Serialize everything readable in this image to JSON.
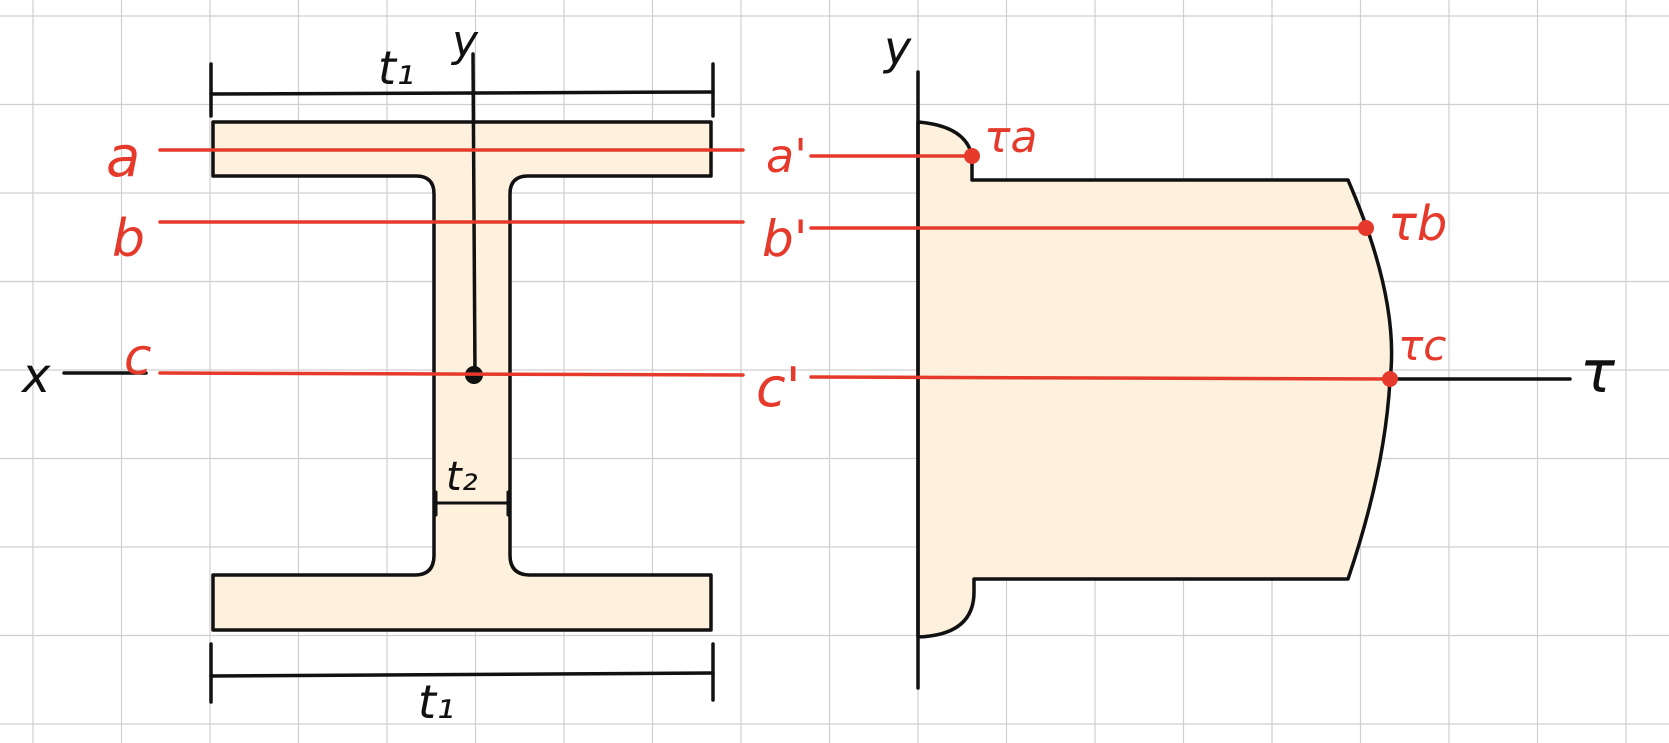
{
  "colors": {
    "grid": "#cfcfcf",
    "fill": "#fdf0dd",
    "outline": "#111111",
    "accent": "#e53a2b"
  },
  "section": {
    "flange_thickness_top": "t₁",
    "flange_thickness_bottom": "t₁",
    "web_thickness": "t₂",
    "axis_x": "x",
    "axis_y": "y"
  },
  "cut_lines": {
    "a": "a",
    "b": "b",
    "c": "c",
    "a_prime": "a'",
    "b_prime": "b'",
    "c_prime": "c'"
  },
  "stress_diagram": {
    "axis_y": "y",
    "axis_tau": "τ",
    "tau_a": "τa",
    "tau_b": "τb",
    "tau_c": "τc"
  }
}
